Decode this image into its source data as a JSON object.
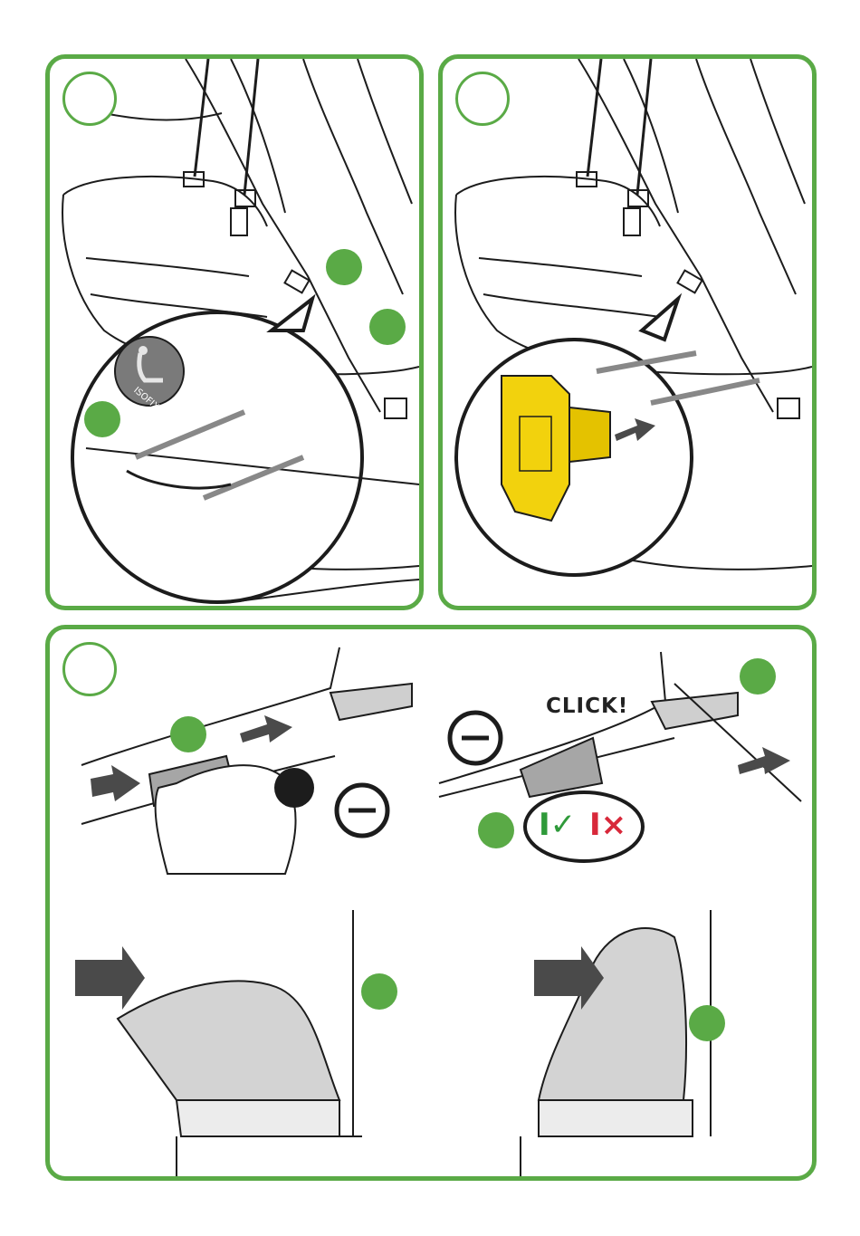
{
  "panels": {
    "step_a": {
      "click_label": "",
      "iso_label": "ISOFIX"
    },
    "step_b": {},
    "step_c": {
      "click_label": "CLICK!",
      "ok_marker": "I✓",
      "bad_marker": "I×"
    }
  },
  "colors": {
    "accent": "#5aaa46",
    "connector_yellow": "#f2d20d",
    "ok_green": "#2f9a3a",
    "bad_red": "#d8283a",
    "outline": "#1c1c1c",
    "seat_grey": "#cfcfcf"
  },
  "icons": [
    "rotate-arrows-icon",
    "push-arrow-icon",
    "isofix-badge-icon",
    "check-icon",
    "cross-icon"
  ]
}
